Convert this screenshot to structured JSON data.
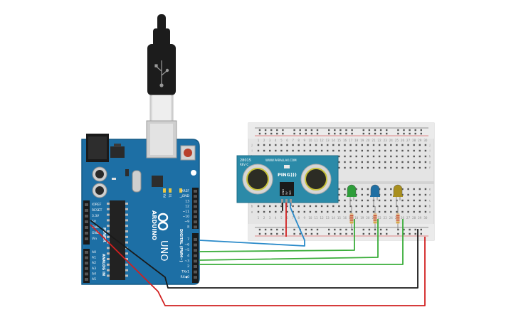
{
  "arduino": {
    "brand": "ARDUINO",
    "model": "UNO",
    "digital_header": "DIGITAL (PWM~)",
    "power_header": "POWER",
    "analog_header": "ANALOG IN",
    "top_pins": [
      "AREF",
      "GND",
      "13",
      "12",
      "~11",
      "~10",
      "~9",
      "8"
    ],
    "bottom_pins": [
      "7",
      "~6",
      "~5",
      "4",
      "~3",
      "2",
      "TX▸1",
      "RX◀0"
    ],
    "power_pins": [
      "IOREF",
      "RESET",
      "3.3V",
      "5V",
      "GND",
      "GND",
      "Vin"
    ],
    "analog_pins": [
      "A0",
      "A1",
      "A2",
      "A3",
      "A4",
      "A5"
    ],
    "leds": [
      "RX",
      "TX",
      "L"
    ]
  },
  "sensor": {
    "part_no": "28015",
    "rev": "REV C",
    "site": "WWW.PARALLAX.COM",
    "name": "PING)))",
    "pins": [
      "GND",
      "5V",
      "SIG"
    ]
  },
  "breadboard": {
    "columns": [
      "1",
      "2",
      "3",
      "4",
      "5",
      "6",
      "7",
      "8",
      "9",
      "10",
      "11",
      "12",
      "13",
      "14",
      "15",
      "16",
      "17",
      "18",
      "19",
      "20",
      "21",
      "22",
      "23",
      "24",
      "25",
      "26",
      "27",
      "28",
      "29",
      "30"
    ],
    "rows_top": [
      "j",
      "i",
      "h",
      "g",
      "f"
    ],
    "rows_bottom": [
      "e",
      "d",
      "c",
      "b",
      "a"
    ]
  },
  "components": {
    "leds": [
      {
        "name": "led-green",
        "color": "#2e9e3a"
      },
      {
        "name": "led-blue",
        "color": "#1f6fa3"
      },
      {
        "name": "led-yellow",
        "color": "#a88f1e"
      }
    ]
  },
  "colors": {
    "board": "#1d6fa5",
    "wire_red": "#d12020",
    "wire_black": "#1a1a1a",
    "wire_green": "#3aad3a",
    "wire_blue": "#2a8ac9",
    "sensor_board": "#2b8aa8"
  }
}
